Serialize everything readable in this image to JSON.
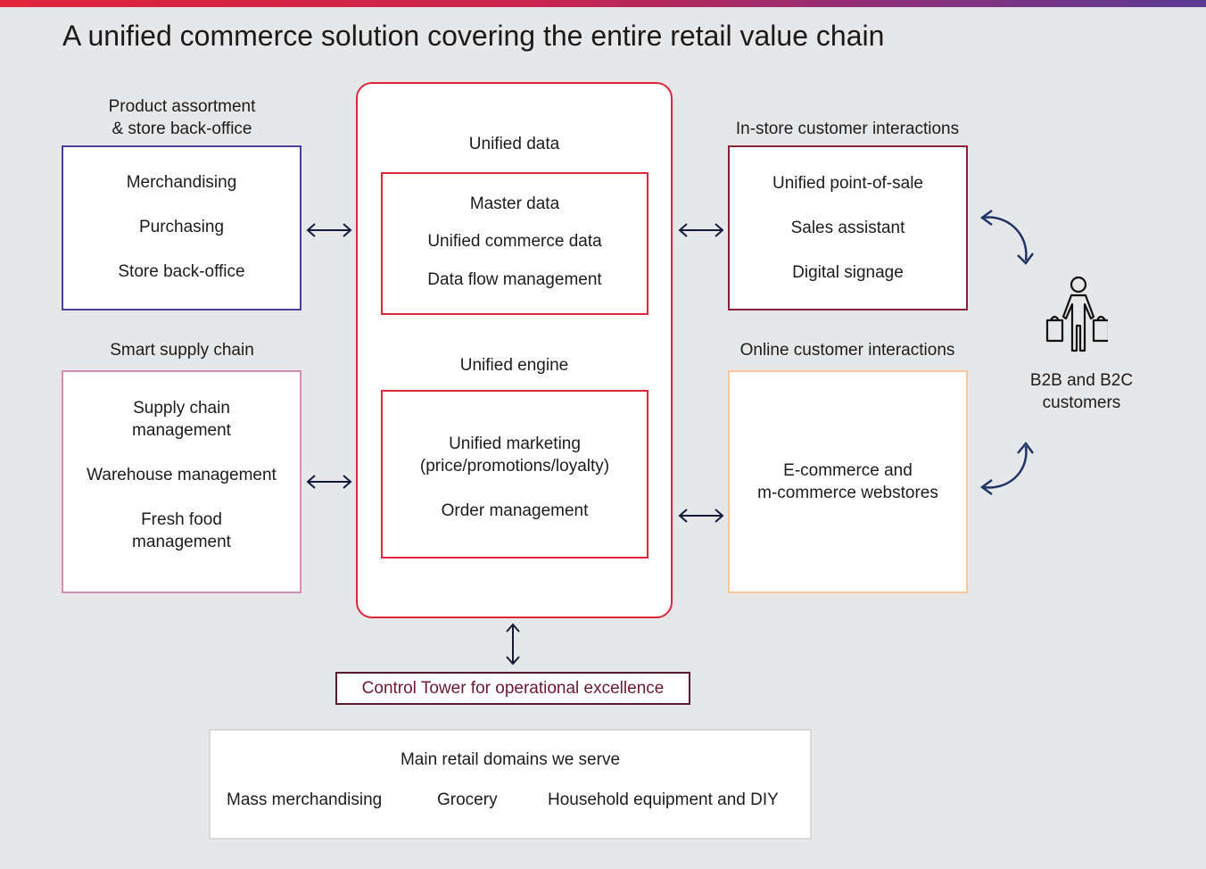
{
  "title": "A unified commerce solution covering the entire retail value chain",
  "left": {
    "product": {
      "heading_line1": "Product assortment",
      "heading_line2": "& store back-office",
      "items": [
        "Merchandising",
        "Purchasing",
        "Store back-office"
      ],
      "border_color": "#4b3f96"
    },
    "supply": {
      "heading": "Smart supply chain",
      "items": [
        "Supply chain",
        "management",
        "Warehouse management",
        "Fresh food",
        "management"
      ],
      "border_color": "#d38eb4"
    }
  },
  "center": {
    "unified_data": {
      "heading": "Unified data",
      "items": [
        "Master data",
        "Unified commerce data",
        "Data flow management"
      ]
    },
    "unified_engine": {
      "heading": "Unified engine",
      "items": [
        "Unified marketing",
        "(price/promotions/loyalty)",
        "Order management"
      ]
    },
    "border_color": "#e0243a"
  },
  "right": {
    "instore": {
      "heading": "In-store customer interactions",
      "items": [
        "Unified point-of-sale",
        "Sales assistant",
        "Digital signage"
      ],
      "border_color": "#8b1e3a"
    },
    "online": {
      "heading": "Online customer interactions",
      "items": [
        "E-commerce and",
        "m-commerce webstores"
      ],
      "border_color": "#f8c79a"
    }
  },
  "customers": {
    "line1": "B2B and B2C",
    "line2": "customers",
    "icon": "shopper-icon"
  },
  "control_tower": {
    "label": "Control Tower for operational excellence",
    "border_color": "#5a1a2a",
    "text_color": "#6b1830"
  },
  "domains": {
    "heading": "Main retail domains we serve",
    "items": [
      "Mass merchandising",
      "Grocery",
      "Household equipment and DIY"
    ]
  },
  "colors": {
    "arrow": "#141a3c",
    "curved_arrow": "#1f3566",
    "background": "#e6e7e9"
  }
}
